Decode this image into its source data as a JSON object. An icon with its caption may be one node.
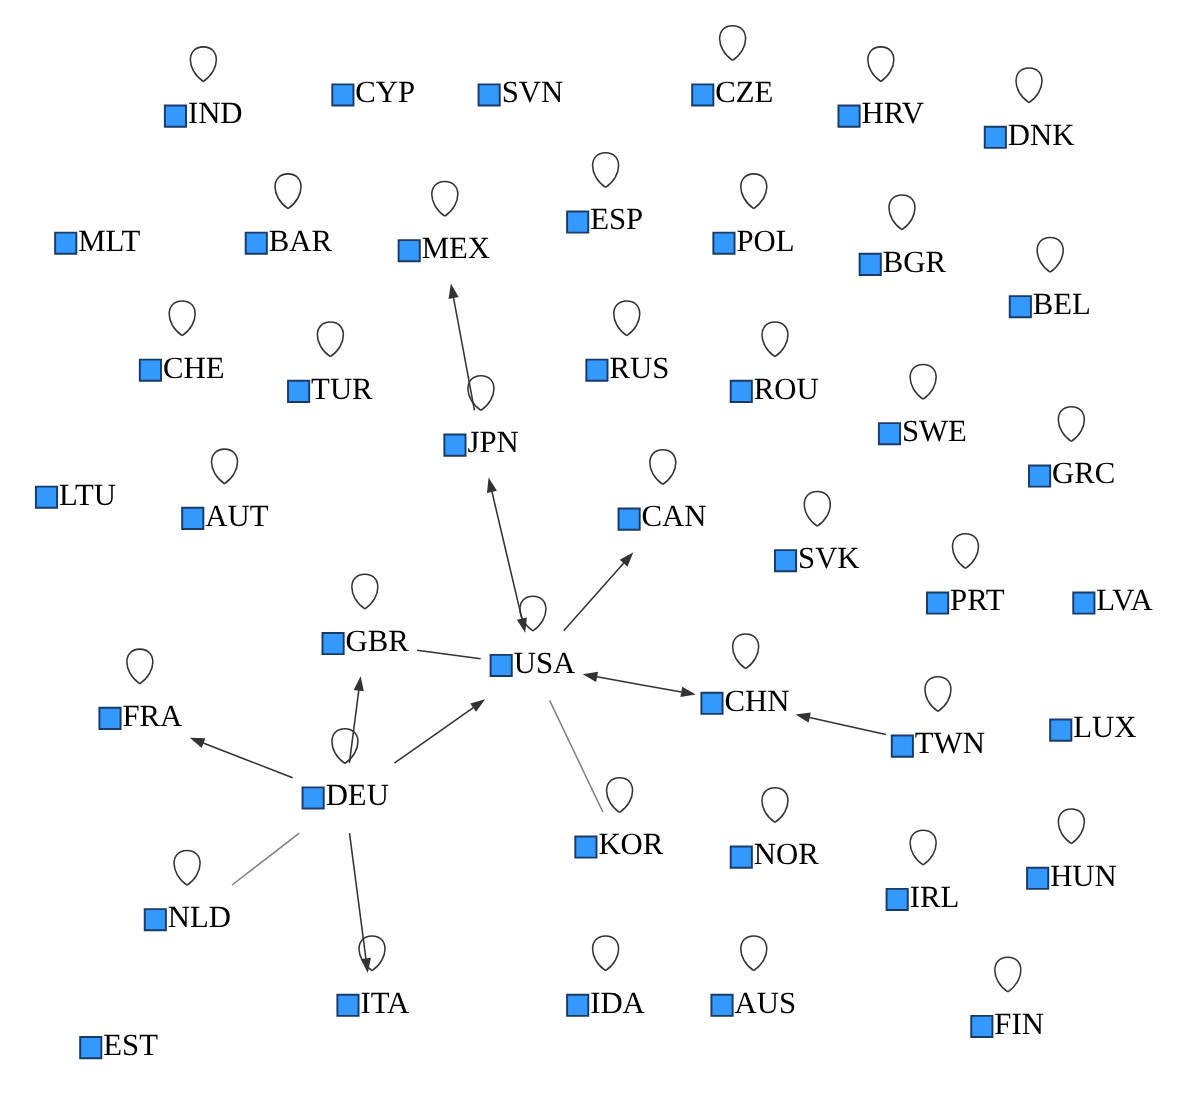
{
  "diagram": {
    "nodes": [
      {
        "text": [
          "ROU"
        ]
      },
      {
        "text": [
          "MEX"
        ]
      },
      {
        "text": [
          "CAN"
        ]
      },
      {
        "text": [
          "RUS"
        ]
      },
      {
        "text": [
          "KOR"
        ]
      },
      {
        "text": [
          "JPN"
        ]
      },
      {
        "text": [
          "SVN"
        ]
      },
      {
        "text": [
          "SVK"
        ]
      },
      {
        "text": [
          "TUR"
        ]
      },
      {
        "text": [
          "USA"
        ]
      },
      {
        "text": [
          "GBR"
        ]
      },
      {
        "text": [
          "NLD"
        ]
      },
      {
        "text": [
          "TWN"
        ]
      },
      {
        "text": [
          "CHN"
        ]
      },
      {
        "text": [
          "NOR"
        ]
      },
      {
        "text": [
          "BGR"
        ]
      },
      {
        "text": [
          "SWE"
        ]
      },
      {
        "text": [
          "DEU"
        ]
      },
      {
        "text": [
          "ITA"
        ]
      },
      {
        "text": [
          "FRA"
        ]
      },
      {
        "text": [
          "POL"
        ]
      },
      {
        "text": [
          "BAR"
        ]
      },
      {
        "text": [
          "CYP"
        ]
      },
      {
        "text": [
          "IRL"
        ]
      },
      {
        "text": [
          "ESP"
        ]
      },
      {
        "text": [
          "LUX"
        ]
      },
      {
        "text": [
          "PRT"
        ]
      },
      {
        "text": [
          "AUT"
        ]
      },
      {
        "text": [
          "DNK"
        ]
      },
      {
        "text": [
          "CHE"
        ]
      },
      {
        "text": [
          "EST"
        ]
      },
      {
        "text": [
          "IDA"
        ]
      },
      {
        "text": [
          "AUS"
        ]
      },
      {
        "text": [
          "BEL"
        ]
      },
      {
        "text": [
          "LVA"
        ]
      },
      {
        "text": [
          "HRV"
        ]
      },
      {
        "text": [
          "MLT"
        ]
      },
      {
        "text": [
          "IND"
        ]
      },
      {
        "text": [
          "FIN"
        ]
      },
      {
        "text": [
          "HUN"
        ]
      },
      {
        "text": [
          "LTU"
        ]
      },
      {
        "text": [
          "GRC"
        ]
      },
      {
        "text": [
          "CZE"
        ]
      }
    ],
    "edges": [
      {
        "from": 9,
        "to": 2,
        "arrow": "to"
      },
      {
        "from": 5,
        "to": 1,
        "arrow": "to"
      },
      {
        "from": 9,
        "to": 5,
        "arrow": "both"
      },
      {
        "from": 4,
        "to": 9,
        "arrow": "none",
        "color": "#808080"
      },
      {
        "from": 9,
        "to": 10,
        "arrow": "none"
      },
      {
        "from": 9,
        "to": 13,
        "arrow": "both"
      },
      {
        "from": 12,
        "to": 13,
        "arrow": "to"
      },
      {
        "from": 17,
        "to": 9,
        "arrow": "to"
      },
      {
        "from": 17,
        "to": 10,
        "arrow": "to"
      },
      {
        "from": 17,
        "to": 11,
        "arrow": "none",
        "color": "#808080"
      },
      {
        "from": 17,
        "to": 18,
        "arrow": "to"
      },
      {
        "from": 17,
        "to": 19,
        "arrow": "to"
      },
      {
        "from": 0,
        "to": 0,
        "arrow": "none"
      },
      {
        "from": 1,
        "to": 1,
        "arrow": "none"
      },
      {
        "from": 2,
        "to": 2,
        "arrow": "none"
      },
      {
        "from": 3,
        "to": 3,
        "arrow": "none"
      },
      {
        "from": 4,
        "to": 4,
        "arrow": "none"
      },
      {
        "from": 5,
        "to": 5,
        "arrow": "none"
      },
      {
        "from": 7,
        "to": 7,
        "arrow": "none"
      },
      {
        "from": 8,
        "to": 8,
        "arrow": "none"
      },
      {
        "from": 9,
        "to": 9,
        "arrow": "none"
      },
      {
        "from": 10,
        "to": 10,
        "arrow": "none"
      },
      {
        "from": 11,
        "to": 11,
        "arrow": "none"
      },
      {
        "from": 12,
        "to": 12,
        "arrow": "none"
      },
      {
        "from": 13,
        "to": 13,
        "arrow": "none"
      },
      {
        "from": 14,
        "to": 14,
        "arrow": "none"
      },
      {
        "from": 15,
        "to": 15,
        "arrow": "none"
      },
      {
        "from": 16,
        "to": 16,
        "arrow": "none"
      },
      {
        "from": 17,
        "to": 17,
        "arrow": "none"
      },
      {
        "from": 18,
        "to": 18,
        "arrow": "none"
      },
      {
        "from": 19,
        "to": 19,
        "arrow": "none"
      },
      {
        "from": 20,
        "to": 20,
        "arrow": "none"
      },
      {
        "from": 21,
        "to": 21,
        "arrow": "none"
      },
      {
        "from": 23,
        "to": 23,
        "arrow": "none"
      },
      {
        "from": 24,
        "to": 24,
        "arrow": "none"
      },
      {
        "from": 26,
        "to": 26,
        "arrow": "none"
      },
      {
        "from": 27,
        "to": 27,
        "arrow": "none"
      },
      {
        "from": 28,
        "to": 28,
        "arrow": "none"
      },
      {
        "from": 29,
        "to": 29,
        "arrow": "none"
      },
      {
        "from": 31,
        "to": 31,
        "arrow": "none"
      },
      {
        "from": 32,
        "to": 32,
        "arrow": "none"
      },
      {
        "from": 33,
        "to": 33,
        "arrow": "none"
      },
      {
        "from": 35,
        "to": 35,
        "arrow": "none"
      },
      {
        "from": 37,
        "to": 37,
        "arrow": "none"
      },
      {
        "from": 38,
        "to": 38,
        "arrow": "none"
      },
      {
        "from": 39,
        "to": 39,
        "arrow": "none"
      },
      {
        "from": 41,
        "to": 41,
        "arrow": "none"
      },
      {
        "from": 42,
        "to": 42,
        "arrow": "none"
      }
    ]
  }
}
